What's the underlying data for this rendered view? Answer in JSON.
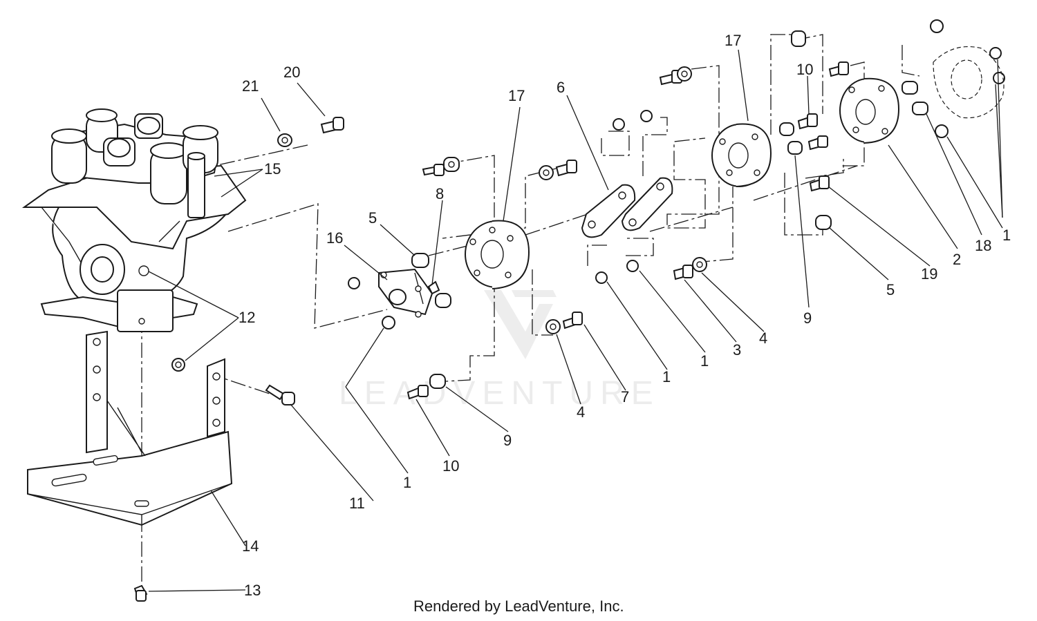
{
  "watermark": {
    "brand": "LEADVENTURE"
  },
  "footer": {
    "credit": "Rendered by LeadVenture, Inc."
  },
  "callouts": {
    "c21": "21",
    "c20": "20",
    "c15": "15",
    "c12": "12",
    "c11": "11",
    "c14": "14",
    "c13": "13",
    "c16": "16",
    "c5a": "5",
    "c8": "8",
    "c1a": "1",
    "c10a": "10",
    "c9a": "9",
    "c17a": "17",
    "c6": "6",
    "c4a": "4",
    "c7": "7",
    "c1b": "1",
    "c1c": "1",
    "c3": "3",
    "c4b": "4",
    "c17b": "17",
    "c10b": "10",
    "c9b": "9",
    "c5b": "5",
    "c19": "19",
    "c2": "2",
    "c18": "18",
    "c1d": "1"
  }
}
